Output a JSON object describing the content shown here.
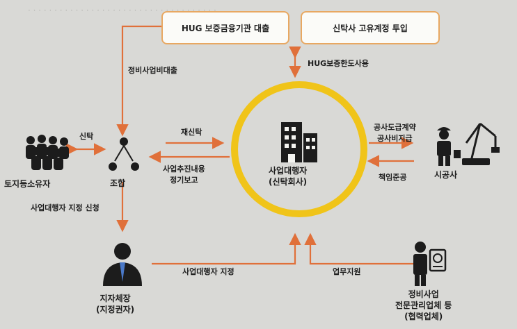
{
  "boxes": {
    "hug_loan": "HUG 보증금융기관 대출",
    "trust_account": "신탁사 고유계정 투입"
  },
  "nodes": {
    "landowners": "토지등소유자",
    "association": "조합",
    "developer_line1": "사업대행자",
    "developer_line2": "(신탁회사)",
    "contractor": "시공사",
    "mayor_line1": "지자체장",
    "mayor_line2": "(지정권자)",
    "manager_line1": "정비사업",
    "manager_line2": "전문관리업체 등",
    "manager_line3": "(협력업체)"
  },
  "edges": {
    "loan": "정비사업비대출",
    "hug_limit": "HUG보증한도사용",
    "trust": "신탁",
    "retrust": "재신탁",
    "report_line1": "사업추진내용",
    "report_line2": "정기보고",
    "contract_line1": "공사도급계약",
    "contract_line2": "공사비지급",
    "completion": "책임준공",
    "apply": "사업대행자 지정 신청",
    "designate": "사업대행자 지정",
    "support": "업무지원"
  },
  "colors": {
    "arrow": "#e0703a",
    "circle": "#f0c419",
    "box_border": "#e8a862",
    "icon": "#1c1c1c"
  }
}
